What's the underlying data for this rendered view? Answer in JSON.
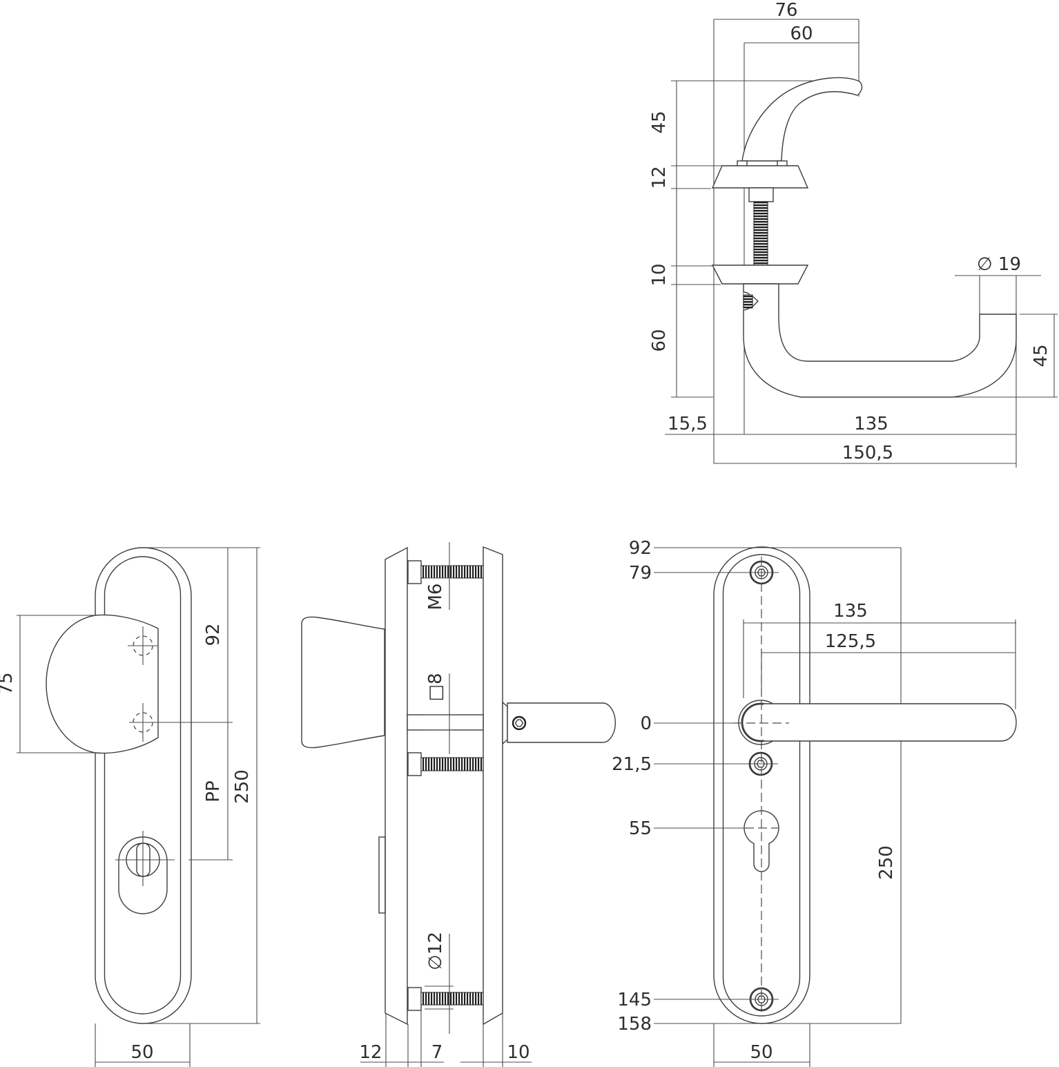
{
  "drawing": {
    "handle_side_view": {
      "total_width": "76",
      "grip_width": "60",
      "grip_height": "45",
      "rosette_top_thickness": "12",
      "rosette_bottom_thickness": "10",
      "handle_height": "60",
      "tube_diameter": "∅ 19",
      "end_height": "45",
      "offset": "15,5",
      "length": "135",
      "total_length": "150,5"
    },
    "inner_plate_view": {
      "knob_height": "75",
      "top_span": "92",
      "pp_span": "PP",
      "plate_height": "250",
      "plate_width": "50"
    },
    "profile_view": {
      "top_screw": "M6",
      "spindle": "□8",
      "bottom_screw": "∅12",
      "inner_plate_thickness": "12",
      "door_gap": "7",
      "outer_plate_thickness": "10"
    },
    "outer_plate_view": {
      "pos_top": "92",
      "pos_screw_top": "79",
      "pos_axis": "0",
      "pos_screw_mid": "21,5",
      "pos_cylinder": "55",
      "pos_screw_bottom": "145",
      "pos_bottom": "158",
      "handle_length": "135",
      "handle_axis_length": "125,5",
      "plate_height": "250",
      "plate_width": "50"
    }
  }
}
